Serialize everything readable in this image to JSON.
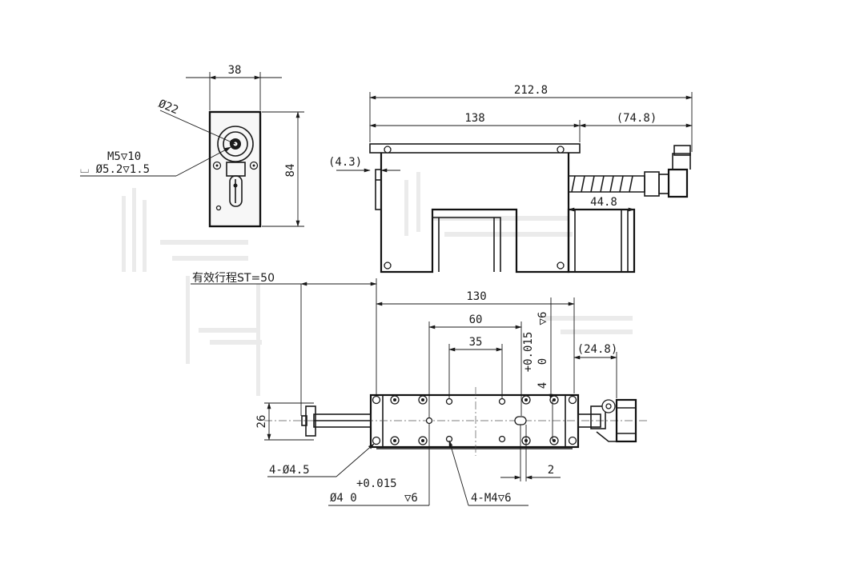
{
  "dimensions": {
    "d38": "38",
    "d22": "Ø22",
    "m5": "M5▽10",
    "cbore": "⌴ Ø5.2▽1.5",
    "d84": "84",
    "d212": "212.8",
    "d138": "138",
    "d74": "(74.8)",
    "d43": "(4.3)",
    "d448": "44.8",
    "stroke": "有效行程ST=50",
    "d130": "130",
    "d60": "60",
    "d35": "35",
    "tol_v1": "+0.015",
    "tol_v2": "0",
    "tol_v3": "4",
    "depth_v": "▽6",
    "d248": "(24.8)",
    "d26": "26",
    "d45": "4-Ø4.5",
    "tol_b1": "+0.015",
    "tol_b2": "Ø4   0",
    "tol_b3": "▽6",
    "m4": "4-M4▽6",
    "d2": "2"
  }
}
